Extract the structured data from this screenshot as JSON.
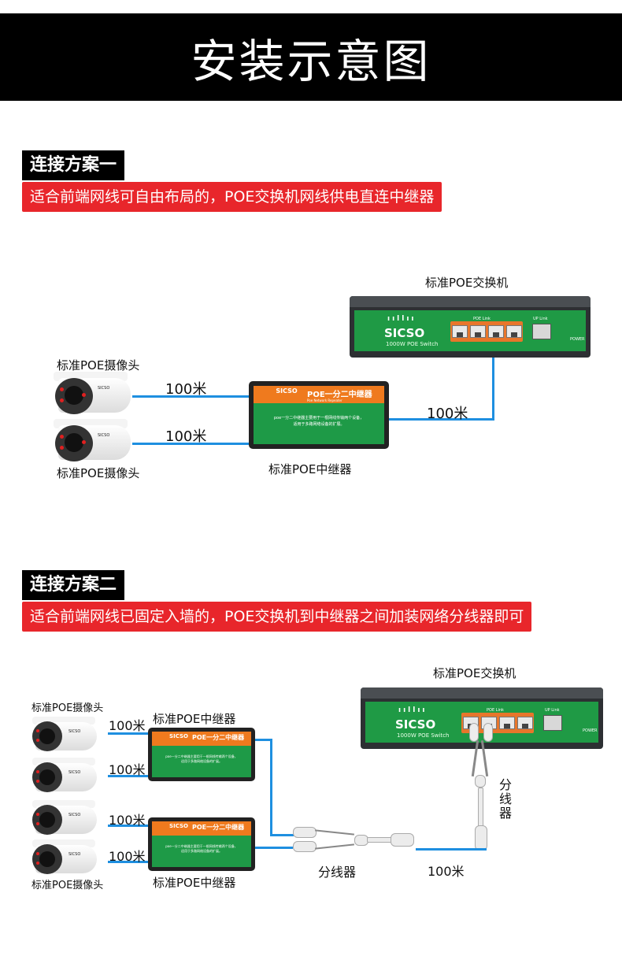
{
  "header": {
    "title": "安装示意图"
  },
  "plan1": {
    "title": "连接方案一",
    "desc": "适合前端网线可自由布局的，POE交换机网线供电直连中继器",
    "switch_label": "标准POE交换机",
    "camera_label_top": "标准POE摄像头",
    "camera_label_bottom": "标准POE摄像头",
    "dist_cam1": "100米",
    "dist_cam2": "100米",
    "dist_switch": "100米",
    "repeater_label": "标准POE中继器"
  },
  "plan2": {
    "title": "连接方案二",
    "desc": "适合前端网线已固定入墙的，POE交换机到中继器之间加装网络分线器即可",
    "switch_label": "标准POE交换机",
    "camera_label_top": "标准POE摄像头",
    "camera_label_bottom": "标准POE摄像头",
    "repeater_label_top": "标准POE中继器",
    "repeater_label_bottom": "标准POE中继器",
    "dist": [
      "100米",
      "100米",
      "100米",
      "100米"
    ],
    "splitter_label_bottom": "分线器",
    "splitter_label_vertical": "分线器",
    "dist_trunk": "100米"
  },
  "device": {
    "brand": "SICSO",
    "switch_sub": "1000W POE Switch",
    "poe_link": "POE Link",
    "up_link": "UP Link",
    "power": "POWER",
    "repeater_title": "POE一分二中继器",
    "repeater_sub": "Poe Network Repeater",
    "repeater_desc_line1": "poe一分二中继器主要用于一根网线传输两个设备，",
    "repeater_desc_line2": "适用于多路网络设备的扩展。",
    "camera_brand": "SICSO"
  },
  "colors": {
    "cable": "#1e8fe0",
    "banner": "#000000",
    "accent_red": "#e8262b",
    "device_green": "#1f9a45",
    "device_orange": "#ef7a1e"
  },
  "icons": [
    "poe-switch-icon",
    "poe-repeater-icon",
    "poe-camera-icon",
    "network-splitter-icon"
  ]
}
